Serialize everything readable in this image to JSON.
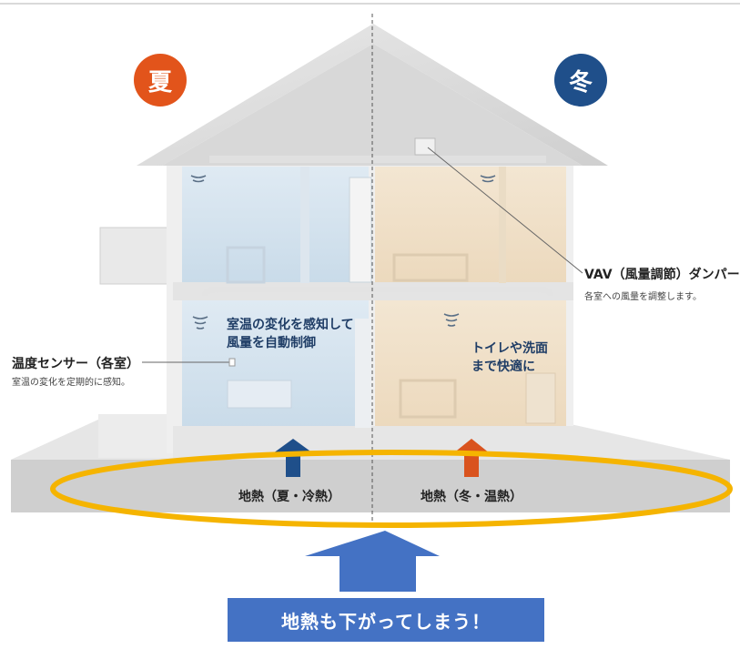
{
  "seasons": {
    "summer": {
      "label": "夏",
      "color": "#e2541b"
    },
    "winter": {
      "label": "冬",
      "color": "#1f4f8a"
    }
  },
  "callouts": {
    "vav": {
      "title": "VAV（風量調節）ダンパー",
      "subtitle": "各室への風量を調整します。"
    },
    "sensor": {
      "title": "温度センサー（各室）",
      "subtitle": "室温の変化を定期的に感知。"
    }
  },
  "rooms": {
    "summer_text": [
      "室温の変化を感知して",
      "風量を自動制御"
    ],
    "winter_text": [
      "トイレや洗面",
      "まで快適に"
    ]
  },
  "geothermal": {
    "summer": "地熱（夏・冷熱）",
    "winter": "地熱（冬・温熱）",
    "summer_arrow_color": "#1f4f8a",
    "winter_arrow_color": "#d9531e"
  },
  "highlight": {
    "ellipse_color": "#f5b400",
    "arrow_color": "#4472c4"
  },
  "banner": {
    "text": "地熱も下がってしまう！",
    "color": "#4472c4"
  }
}
